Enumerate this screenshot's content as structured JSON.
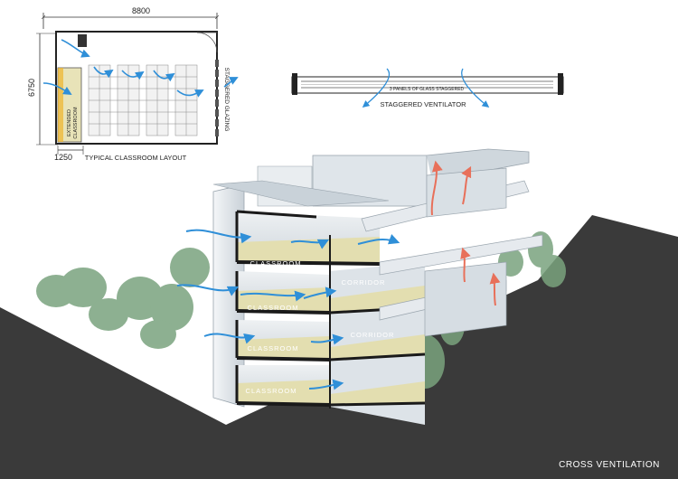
{
  "plan": {
    "width_dim": "8800",
    "depth_dim": "6750",
    "ext_dim": "1250",
    "extended_label_1": "EXTENDED",
    "extended_label_2": "CLASSROOM",
    "glazing_label": "STAGGERED GLAZING",
    "title": "TYPICAL CLASSROOM LAYOUT"
  },
  "ventilator": {
    "note": "3  PANELS OF GLASS STAGGERED",
    "title": "STAGGERED VENTILATOR"
  },
  "section": {
    "classroom_labels": [
      "CLASSROOM",
      "CLASSROOM",
      "CLASSROOM",
      "CLASSROOM"
    ],
    "corridor_labels": [
      "CORRIDOR",
      "CORRIDOR"
    ]
  },
  "caption": "CROSS  VENTILATION",
  "colors": {
    "cool_air": "#2f8fd8",
    "warm_air": "#e8705a",
    "ground": "#3a3a3a",
    "floor": "#e3deb0",
    "slab": "#1a1a1a",
    "tree": "#7aa37e"
  }
}
